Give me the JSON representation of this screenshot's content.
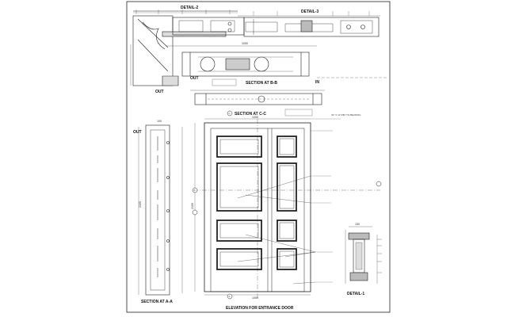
{
  "sheet": {
    "labels": {
      "detail_2": "DETAIL-2",
      "detail_3": "DETAIL-3",
      "detail_1": "DETAIL-1",
      "section_bb": "SECTION AT B-B",
      "section_cc": "SECTION AT C-C",
      "section_aa": "SECTION AT A-A",
      "elevation": "ELEVATION FOR ENTRANCE DOOR",
      "out_1": "OUT",
      "out_2": "OUT",
      "out_3": "OUT",
      "in_1": "IN",
      "rebate_note": "32\" X 12 MM T.W BEADING"
    },
    "dims": {
      "elev_width_top": "1050",
      "elev_width_bottom": "1050",
      "elev_height": "2100",
      "section_height": "2100",
      "plan_width": "1050",
      "sec_top": "100",
      "detail_w": "150"
    },
    "callouts": {
      "a": "A",
      "b": "B",
      "c": "C"
    }
  }
}
